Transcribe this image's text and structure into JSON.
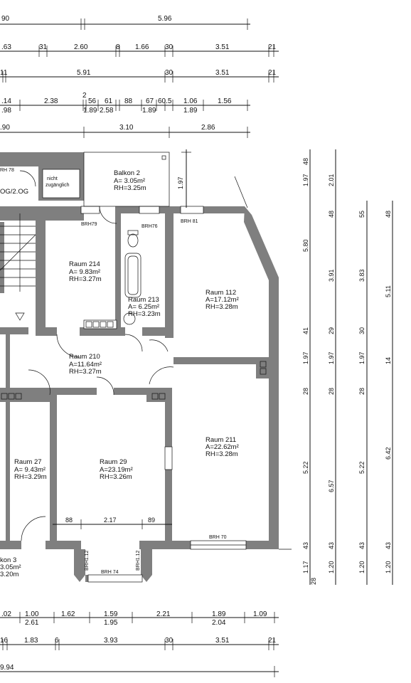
{
  "top_dims": {
    "row1": [
      "90",
      "5.96"
    ],
    "row2": [
      ".63",
      "31",
      "2.60",
      "8",
      "1.66",
      "30",
      "3.51",
      "21"
    ],
    "row3": [
      "11",
      "5.91",
      "30",
      "3.51",
      "21"
    ],
    "row4_top": [
      ".14",
      "2.38",
      "2",
      "56",
      "61",
      "88",
      "67",
      "60.5",
      "1.06",
      "1.56"
    ],
    "row4_bottom": [
      ".98",
      "1.89",
      "2.58",
      "1.89",
      "1.89"
    ],
    "row5": [
      ".90",
      "3.10",
      "2.86"
    ]
  },
  "bottom_dims": {
    "row1_top": [
      ".02",
      "1.00",
      "1.62",
      "1.59",
      "2.21",
      "1.89",
      "1.09"
    ],
    "row1_bottom": [
      "2.61",
      "1.95",
      "2.04"
    ],
    "row2": [
      "16",
      "1.83",
      "6",
      "3.93",
      "30",
      "3.51",
      "21"
    ],
    "row3": [
      "9.94"
    ]
  },
  "right_dims": {
    "col1": [
      "48",
      "1.97",
      "5.80",
      "41",
      "1.97",
      "28",
      "5.22",
      "43",
      "1.17",
      "28"
    ],
    "col2": [
      "2.01",
      "48",
      "3.91",
      "29",
      "1.97",
      "28",
      "6.57",
      "43",
      "1.20"
    ],
    "col3": [
      "55",
      "3.83",
      "30",
      "1.97",
      "28",
      "5.22",
      "43",
      "1.20"
    ],
    "col4": [
      "48",
      "5.11",
      "14",
      "6.42",
      "43",
      "1.20"
    ]
  },
  "rooms": {
    "balkon2": [
      "Balkon 2",
      "A=  3.05m²",
      "RH=3.25m"
    ],
    "raum214": [
      "Raum 214",
      "A=  9.83m²",
      "RH=3.27m"
    ],
    "raum213": [
      "Raum 213",
      "A=  6.25m²",
      "RH=3.23m"
    ],
    "raum112": [
      "Raum 112",
      "A=17.12m²",
      "RH=3.28m"
    ],
    "raum210": [
      "Raum 210",
      "A=11.64m²",
      "RH=3.27m"
    ],
    "raum211": [
      "Raum 211",
      "A=22.62m²",
      "RH=3.28m"
    ],
    "raum29": [
      "Raum 29",
      "A=23.19m²",
      "RH=3.26m"
    ],
    "raum27": [
      "Raum 27",
      "A=  9.43m²",
      "RH=3.29m"
    ],
    "balkon3": [
      "kon 3",
      "3.05m²",
      "3.20m"
    ]
  },
  "labels": {
    "brh78": "RH 78",
    "nicht": "nicht",
    "zugaenglich": "zugänglich",
    "og": "OG/2.OG",
    "brh79": "BRH79",
    "brh76": "BRH76",
    "brh81": "BRH 81",
    "brh70": "BRH 70",
    "brh74": "BRH 74",
    "brh112a": "BRH1.12",
    "brh112b": "BRH1.12",
    "inner_88": "88",
    "inner_217": "2.17",
    "inner_89": "89"
  }
}
